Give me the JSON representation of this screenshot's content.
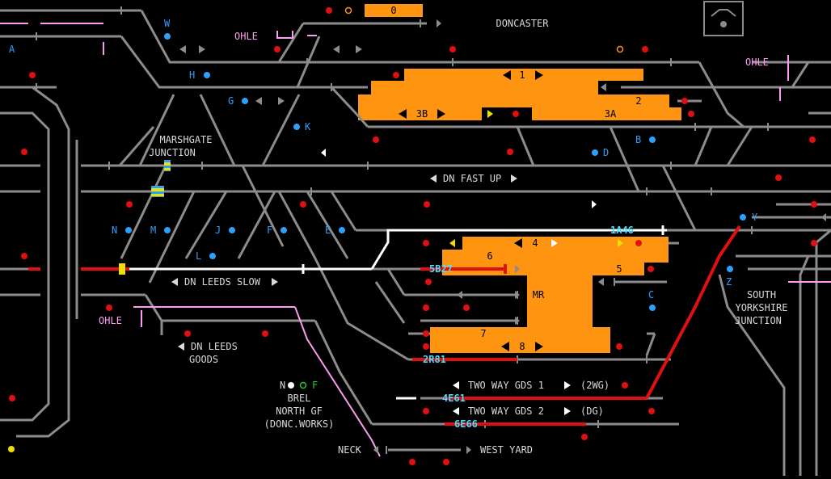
{
  "panel": {
    "title": "DONCASTER",
    "counter": "0",
    "ohle": "OHLE",
    "junctions": {
      "marshgate_1": "MARSHGATE",
      "marshgate_2": "JUNCTION",
      "south_yorkshire_1": "SOUTH",
      "south_yorkshire_2": "YORKSHIRE",
      "south_yorkshire_3": "JUNCTION"
    },
    "lines": {
      "dn_fast_up": "DN FAST UP",
      "dn_leeds_slow": "DN LEEDS SLOW",
      "dn_leeds_goods_1": "DN LEEDS",
      "dn_leeds_goods_2": "GOODS",
      "two_way_gds_1": "TWO WAY GDS 1",
      "two_way_gds_1_code": "(2WG)",
      "two_way_gds_2": "TWO WAY GDS 2",
      "two_way_gds_2_code": "(DG)",
      "neck": "NECK",
      "west_yard": "WEST YARD"
    },
    "brel": {
      "line1": "BREL",
      "line2": "NORTH GF",
      "line3": "(DONC.WORKS)",
      "n": "N",
      "f": "F"
    },
    "platforms": {
      "p1": "1",
      "p2": "2",
      "p3a": "3A",
      "p3b": "3B",
      "p4": "4",
      "p5": "5",
      "p6": "6",
      "p7": "7",
      "p8": "8",
      "mr": "MR"
    },
    "ground_frames": [
      "W",
      "H",
      "G",
      "K",
      "D",
      "B",
      "N",
      "M",
      "J",
      "F",
      "E",
      "L",
      "Y",
      "Z",
      "C",
      "A"
    ],
    "headcodes": [
      "1A46",
      "5B27",
      "2R81",
      "4E61",
      "6E66"
    ]
  },
  "colors": {
    "track": "#8c8c8c",
    "route_set": "#ffffff",
    "occupied": "#e01010",
    "platform": "#ff9410",
    "signal": "#e01010",
    "frame_marker": "#2aa0ff",
    "headcode": "#48e0ff",
    "ohle": "#ff9cf0",
    "text": "#d8d8d8"
  }
}
